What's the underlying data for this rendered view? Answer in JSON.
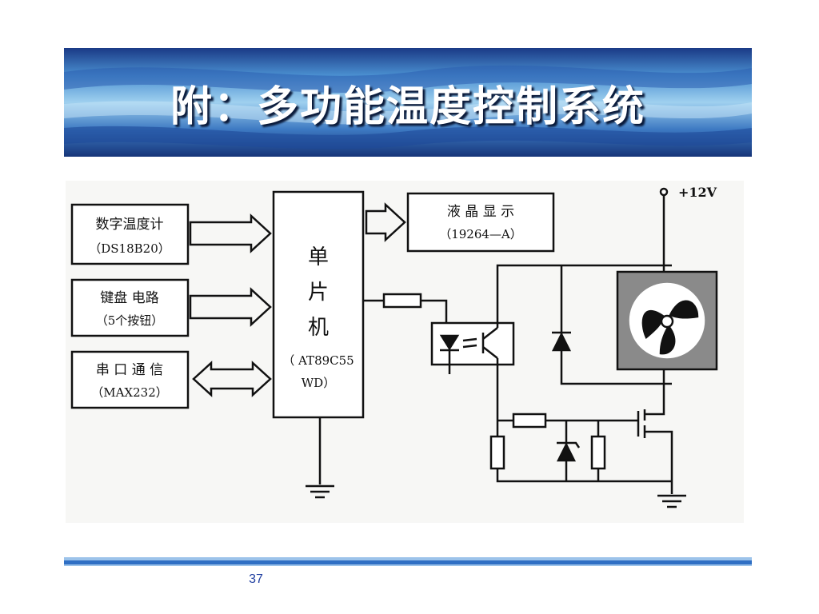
{
  "slide": {
    "title": "附：多功能温度控制系统",
    "page_number": "37"
  },
  "diagram": {
    "blocks": {
      "temp_sensor": {
        "line1": "数字温度计",
        "line2": "（DS18B20）"
      },
      "keyboard": {
        "line1": "键盘 电路",
        "line2": "（5个按钮）"
      },
      "serial": {
        "line1": "串 口 通 信",
        "line2": "（MAX232）"
      },
      "mcu": {
        "char1": "单",
        "char2": "片",
        "char3": "机",
        "model1": "（ AT89C55",
        "model2": "WD）"
      },
      "lcd": {
        "line1": "液 晶 显 示",
        "line2": "（19264—A）"
      }
    },
    "supply_label": "+12V"
  },
  "colors": {
    "banner_dark": "#1c3f8c",
    "banner_light": "#8fc6ea",
    "footer_line": "#2f6fc4",
    "page_number": "#1f3ea0",
    "fan_box": "#8a8a8a"
  }
}
